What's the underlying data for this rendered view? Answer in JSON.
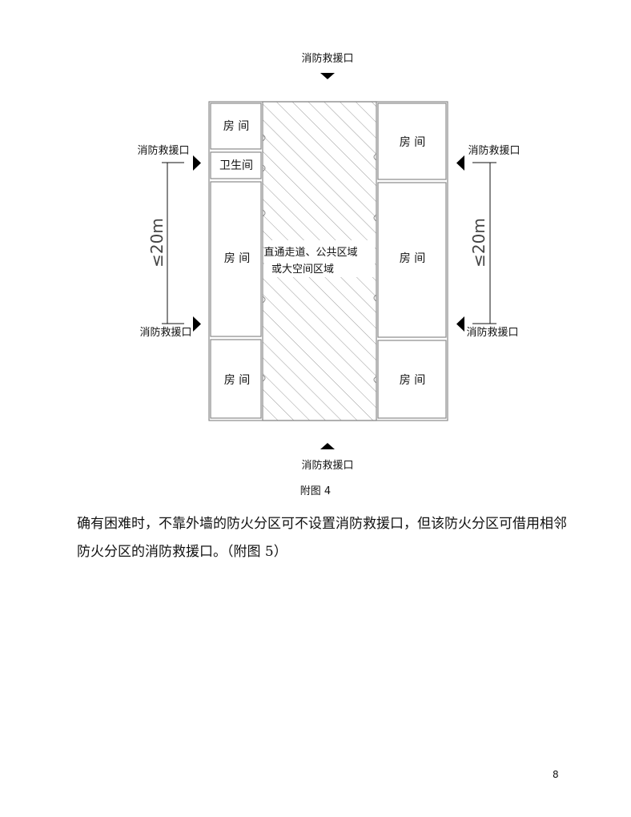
{
  "figure": {
    "entrance_top": "消防救援口",
    "entrance_bottom": "消防救援口",
    "entrance_left_upper": "消防救援口",
    "entrance_left_lower": "消防救援口",
    "entrance_right_upper": "消防救援口",
    "entrance_right_lower": "消防救援口",
    "room_label": "房 间",
    "bathroom_label": "卫生间",
    "corridor_line1": "直通走道、公共区域",
    "corridor_line2": "或大空间区域",
    "distance_label": "≤20m",
    "colors": {
      "wall": "#8a8a8a",
      "hatch": "#9a9a9a",
      "marker": "#000000"
    }
  },
  "caption": "附图 4",
  "body_text": "确有困难时，不靠外墙的防火分区可不设置消防救援口，但该防火分区可借用相邻防火分区的消防救援口。（附图 5）",
  "page_number": "8"
}
